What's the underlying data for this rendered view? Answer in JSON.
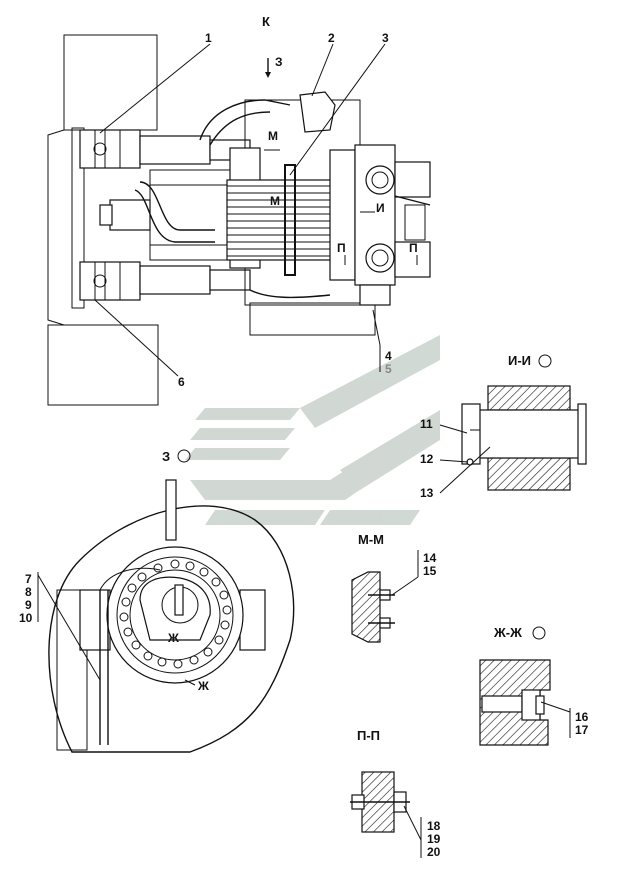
{
  "view_labels": {
    "k": "К",
    "z": "З",
    "i_i": "И-И",
    "m_m": "М-М",
    "zh_zh": "Ж-Ж",
    "p_p": "П-П"
  },
  "section_marks": {
    "m_top": "М",
    "m_mid": "М",
    "i": "И",
    "p_left": "П",
    "p_right": "П",
    "z_arrow": "З",
    "zh_upper": "Ж",
    "zh_lower": "Ж"
  },
  "callouts": [
    "1",
    "2",
    "3",
    "4",
    "5",
    "6",
    "7",
    "8",
    "9",
    "10",
    "11",
    "12",
    "13",
    "14",
    "15",
    "16",
    "17",
    "18",
    "19",
    "20"
  ],
  "colors": {
    "line": "#111111",
    "watermark": "#c9d2cd",
    "faded_callout": "#888888"
  }
}
